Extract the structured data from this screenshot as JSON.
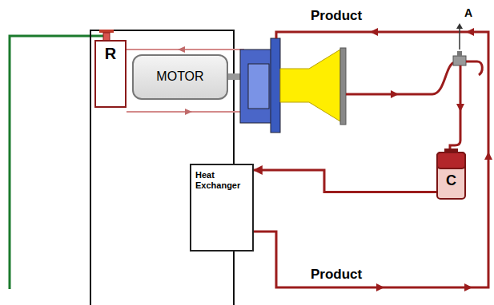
{
  "diagram": {
    "nodes": [
      {
        "text": [
          "R"
        ]
      },
      {
        "text": [
          "MOTOR"
        ]
      },
      {
        "text": [
          "C"
        ]
      },
      {
        "text": [
          "Heat Exchanger"
        ]
      }
    ],
    "edges": [
      {
        "from": 2,
        "to": 3,
        "arrow": "to"
      }
    ],
    "labels": [
      "Product",
      "A",
      "Product"
    ]
  }
}
